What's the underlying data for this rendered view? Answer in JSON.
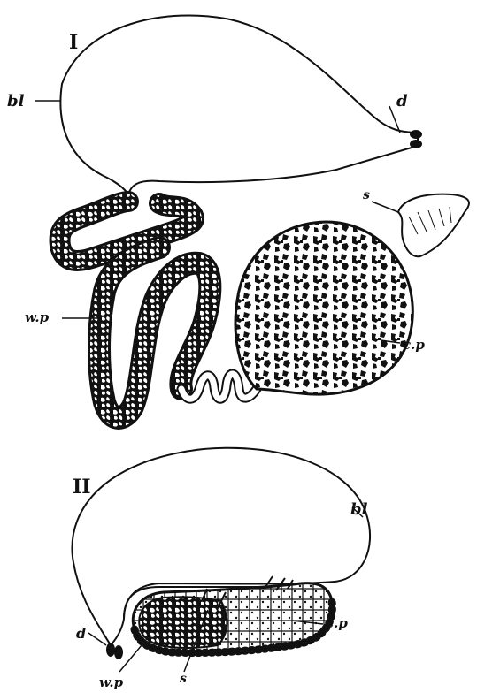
{
  "figure": {
    "panel_I": {
      "numeral": "I",
      "labels": {
        "bl": "bl",
        "d": "d",
        "s": "s",
        "wp": "w.p",
        "cp": "c.p"
      }
    },
    "panel_II": {
      "numeral": "II",
      "labels": {
        "bl": "bl",
        "d": "d",
        "s": "s",
        "wp": "w.p",
        "cp": "c.p"
      }
    }
  },
  "colors": {
    "ink": "#111111",
    "paper": "#ffffff"
  }
}
